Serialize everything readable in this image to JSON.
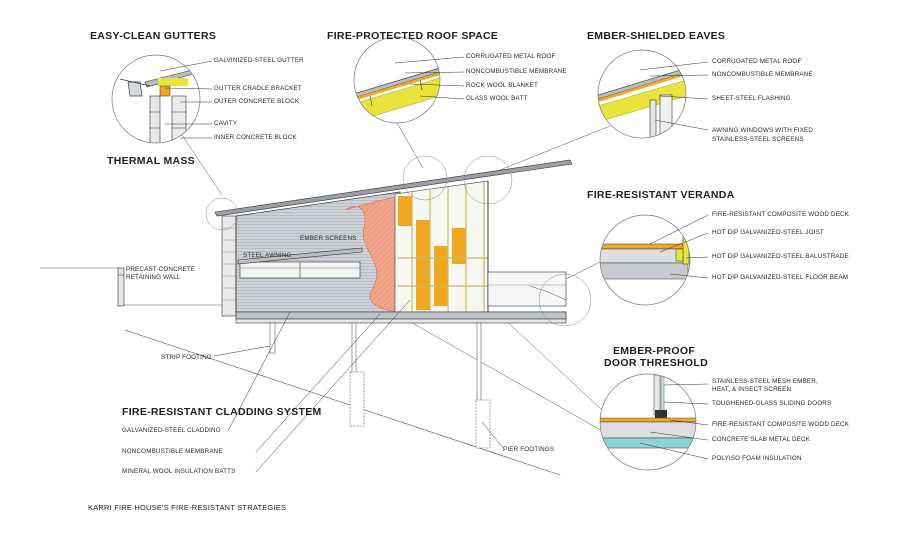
{
  "titles": {
    "gutters": "EASY-CLEAN GUTTERS",
    "roof": "FIRE-PROTECTED ROOF SPACE",
    "eaves": "EMBER-SHIELDED EAVES",
    "thermal": "THERMAL MASS",
    "veranda": "FIRE-RESISTANT VERANDA",
    "threshold_1": "EMBER-PROOF",
    "threshold_2": "DOOR THRESHOLD",
    "cladding": "FIRE-RESISTANT CLADDING SYSTEM"
  },
  "labels": {
    "gutters": [
      "GALVINIZED-STEEL GUTTER",
      "GUTTER CRADLE BRACKET",
      "OUTER CONCRETE BLOCK",
      "CAVITY",
      "INNER CONCRETE BLOCK"
    ],
    "roof": [
      "CORRUGATED METAL ROOF",
      "NONCOMBUSTIBLE MEMBRANE",
      "ROCK WOOL BLANKET",
      "GLASS WOOL BATT"
    ],
    "eaves": [
      "CORRUGATED METAL ROOF",
      "NONCOMBUSTIBLE MEMBRANE",
      "SHEET-STEEL FLASHING",
      "AWNING WINDOWS WITH FIXED",
      "STAINLESS-STEEL SCREENS"
    ],
    "veranda": [
      "FIRE-RESISTANT COMPOSITE WOOD DECK",
      "HOT DIP GALVANIZED-STEEL JOIST",
      "HOT DIP GALVANIZED-STEEL BALUSTRADE",
      "HOT DIP GALVANIZED-STEEL FLOOR BEAM"
    ],
    "threshold": [
      "STAINLESS-STEEL MESH EMBER,",
      "HEAT, & INSECT SCREEN",
      "TOUGHENED-GLASS SLIDING DOORS",
      "FIRE-RESISTANT COMPOSITE WOOD DECK",
      "CONCRETE SLAB METAL DECK",
      "POLYISO FOAM INSULATION"
    ],
    "cladding": [
      "GALVANIZED-STEEL CLADDING",
      "NONCOMBUSTIBLE MEMBRANE",
      "MINERAL WOOL INSULATION BATTS"
    ],
    "building": {
      "ember_screens": "EMBER SCREENS",
      "steel_awning": "STEEL AWNING",
      "retaining_1": "PRECAST-CONCRETE",
      "retaining_2": "RETAINING WALL",
      "strip_footing": "STRIP FOOTING",
      "pier_footings": "PIER FOOTINGS"
    }
  },
  "caption": "KARRI FIRE HOUSE'S FIRE-RESISTANT STRATEGIES",
  "colors": {
    "insulation_yellow": "#e8e43a",
    "rockwool_orange": "#f2a81e",
    "membrane_pink": "#f0a58c",
    "cladding_gray": "#cfd3d8",
    "roof_gray": "#9aa0a6",
    "slab_teal": "#8fd3d8",
    "line": "#333333"
  }
}
